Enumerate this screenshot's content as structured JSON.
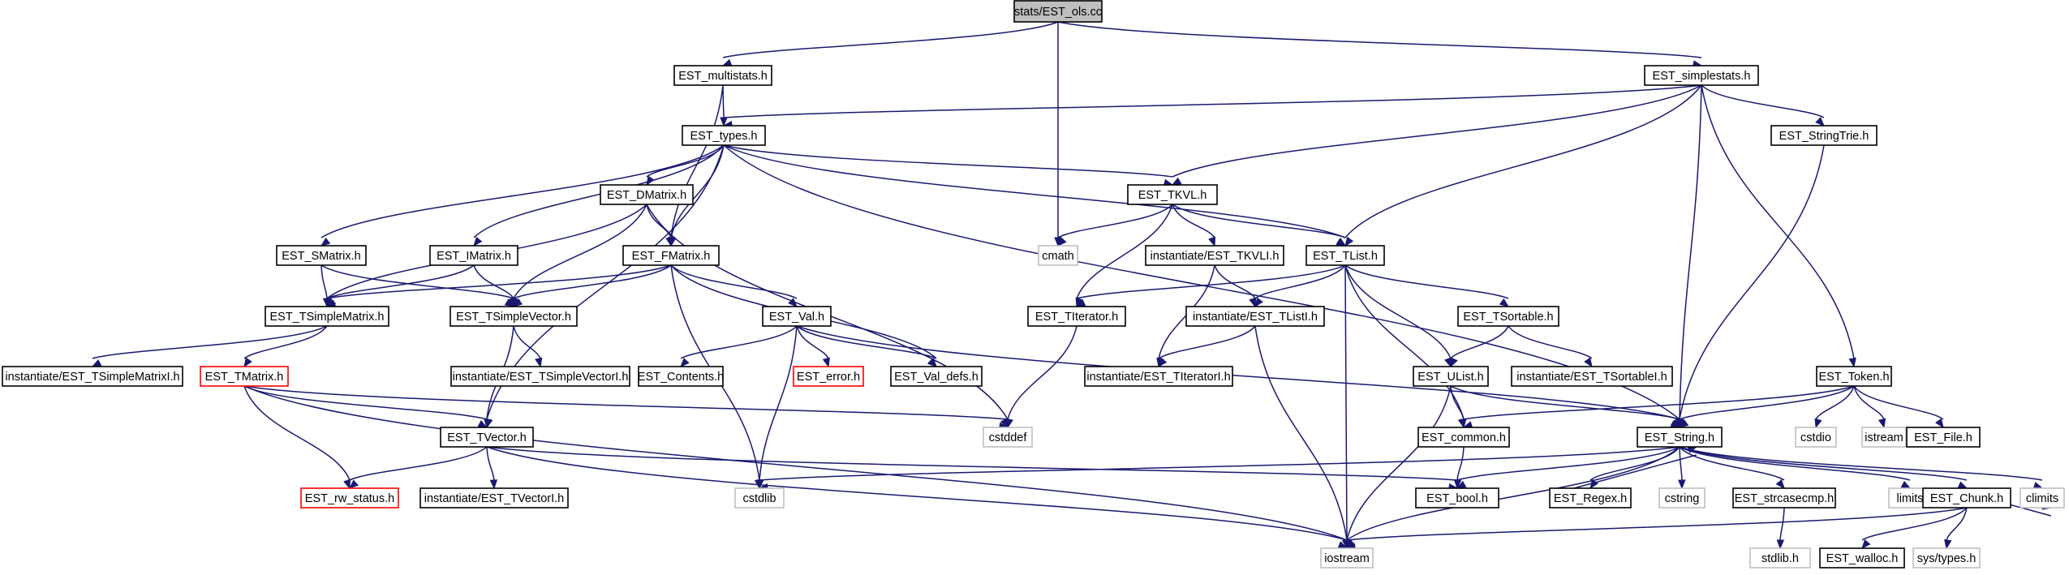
{
  "nodes": [
    {
      "id": "root",
      "label": "stats/EST_ols.cc",
      "style": "root"
    },
    {
      "id": "multistats",
      "label": "EST_multistats.h",
      "style": "normal"
    },
    {
      "id": "simplestats",
      "label": "EST_simplestats.h",
      "style": "normal"
    },
    {
      "id": "types",
      "label": "EST_types.h",
      "style": "normal"
    },
    {
      "id": "stringtrie",
      "label": "EST_StringTrie.h",
      "style": "normal"
    },
    {
      "id": "dmatrix",
      "label": "EST_DMatrix.h",
      "style": "normal"
    },
    {
      "id": "tkvl",
      "label": "EST_TKVL.h",
      "style": "normal"
    },
    {
      "id": "smatrix",
      "label": "EST_SMatrix.h",
      "style": "normal"
    },
    {
      "id": "imatrix",
      "label": "EST_IMatrix.h",
      "style": "normal"
    },
    {
      "id": "fmatrix",
      "label": "EST_FMatrix.h",
      "style": "normal"
    },
    {
      "id": "cmath",
      "label": "cmath",
      "style": "gray"
    },
    {
      "id": "inst_tkvli",
      "label": "instantiate/EST_TKVLI.h",
      "style": "normal"
    },
    {
      "id": "tlist",
      "label": "EST_TList.h",
      "style": "normal"
    },
    {
      "id": "tsimplematrix",
      "label": "EST_TSimpleMatrix.h",
      "style": "normal"
    },
    {
      "id": "tsimplevector",
      "label": "EST_TSimpleVector.h",
      "style": "normal"
    },
    {
      "id": "val",
      "label": "EST_Val.h",
      "style": "normal"
    },
    {
      "id": "titerator",
      "label": "EST_TIterator.h",
      "style": "normal"
    },
    {
      "id": "inst_tlisti",
      "label": "instantiate/EST_TListI.h",
      "style": "normal"
    },
    {
      "id": "tsortable",
      "label": "EST_TSortable.h",
      "style": "normal"
    },
    {
      "id": "inst_tsimplematrixi",
      "label": "instantiate/EST_TSimpleMatrixI.h",
      "style": "normal"
    },
    {
      "id": "tmatrix",
      "label": "EST_TMatrix.h",
      "style": "red"
    },
    {
      "id": "inst_tsimplevectori",
      "label": "instantiate/EST_TSimpleVectorI.h",
      "style": "normal"
    },
    {
      "id": "contents",
      "label": "EST_Contents.h",
      "style": "normal"
    },
    {
      "id": "error",
      "label": "EST_error.h",
      "style": "red"
    },
    {
      "id": "valdefs",
      "label": "EST_Val_defs.h",
      "style": "normal"
    },
    {
      "id": "inst_titeratori",
      "label": "instantiate/EST_TIteratorI.h",
      "style": "normal"
    },
    {
      "id": "ulist",
      "label": "EST_UList.h",
      "style": "normal"
    },
    {
      "id": "inst_tsortablei",
      "label": "instantiate/EST_TSortableI.h",
      "style": "normal"
    },
    {
      "id": "token",
      "label": "EST_Token.h",
      "style": "normal"
    },
    {
      "id": "cstddef",
      "label": "cstddef",
      "style": "gray"
    },
    {
      "id": "common",
      "label": "EST_common.h",
      "style": "normal"
    },
    {
      "id": "string",
      "label": "EST_String.h",
      "style": "normal"
    },
    {
      "id": "cstdio",
      "label": "cstdio",
      "style": "gray"
    },
    {
      "id": "istream",
      "label": "istream",
      "style": "gray"
    },
    {
      "id": "file",
      "label": "EST_File.h",
      "style": "normal"
    },
    {
      "id": "tvector",
      "label": "EST_TVector.h",
      "style": "normal"
    },
    {
      "id": "rwstatus",
      "label": "EST_rw_status.h",
      "style": "red"
    },
    {
      "id": "inst_tvectori",
      "label": "instantiate/EST_TVectorI.h",
      "style": "normal"
    },
    {
      "id": "cstdlib",
      "label": "cstdlib",
      "style": "gray"
    },
    {
      "id": "bool",
      "label": "EST_bool.h",
      "style": "normal"
    },
    {
      "id": "regex",
      "label": "EST_Regex.h",
      "style": "normal"
    },
    {
      "id": "cstring",
      "label": "cstring",
      "style": "gray"
    },
    {
      "id": "strcasecmp",
      "label": "EST_strcasecmp.h",
      "style": "normal"
    },
    {
      "id": "limits",
      "label": "limits",
      "style": "gray"
    },
    {
      "id": "chunk",
      "label": "EST_Chunk.h",
      "style": "normal"
    },
    {
      "id": "climits",
      "label": "climits",
      "style": "gray"
    },
    {
      "id": "stdlib",
      "label": "stdlib.h",
      "style": "gray"
    },
    {
      "id": "walloc",
      "label": "EST_walloc.h",
      "style": "normal"
    },
    {
      "id": "systypes",
      "label": "sys/types.h",
      "style": "gray"
    },
    {
      "id": "iostream",
      "label": "iostream",
      "style": "gray"
    }
  ],
  "edges": [
    [
      "root",
      "multistats"
    ],
    [
      "root",
      "simplestats"
    ],
    [
      "root",
      "cmath"
    ],
    [
      "multistats",
      "types"
    ],
    [
      "multistats",
      "fmatrix"
    ],
    [
      "simplestats",
      "types"
    ],
    [
      "simplestats",
      "tkvl"
    ],
    [
      "simplestats",
      "tlist"
    ],
    [
      "simplestats",
      "stringtrie"
    ],
    [
      "simplestats",
      "token"
    ],
    [
      "simplestats",
      "string"
    ],
    [
      "types",
      "dmatrix"
    ],
    [
      "types",
      "smatrix"
    ],
    [
      "types",
      "imatrix"
    ],
    [
      "types",
      "fmatrix"
    ],
    [
      "types",
      "tkvl"
    ],
    [
      "types",
      "tlist"
    ],
    [
      "types",
      "tvector"
    ],
    [
      "types",
      "string"
    ],
    [
      "stringtrie",
      "string"
    ],
    [
      "dmatrix",
      "fmatrix"
    ],
    [
      "dmatrix",
      "tsimplematrix"
    ],
    [
      "dmatrix",
      "tsimplevector"
    ],
    [
      "dmatrix",
      "cstddef"
    ],
    [
      "tkvl",
      "cmath"
    ],
    [
      "tkvl",
      "inst_tkvli"
    ],
    [
      "tkvl",
      "tlist"
    ],
    [
      "tkvl",
      "titerator"
    ],
    [
      "smatrix",
      "tsimplematrix"
    ],
    [
      "smatrix",
      "tsimplevector"
    ],
    [
      "imatrix",
      "tsimplematrix"
    ],
    [
      "imatrix",
      "tsimplevector"
    ],
    [
      "fmatrix",
      "tsimplematrix"
    ],
    [
      "fmatrix",
      "tsimplevector"
    ],
    [
      "fmatrix",
      "val"
    ],
    [
      "fmatrix",
      "valdefs"
    ],
    [
      "fmatrix",
      "cstdlib"
    ],
    [
      "inst_tkvli",
      "inst_tlisti"
    ],
    [
      "inst_tkvli",
      "inst_titeratori"
    ],
    [
      "tlist",
      "titerator"
    ],
    [
      "tlist",
      "inst_tlisti"
    ],
    [
      "tlist",
      "tsortable"
    ],
    [
      "tlist",
      "ulist"
    ],
    [
      "tlist",
      "common"
    ],
    [
      "tlist",
      "iostream"
    ],
    [
      "tsimplematrix",
      "inst_tsimplematrixi"
    ],
    [
      "tsimplematrix",
      "tmatrix"
    ],
    [
      "tsimplevector",
      "inst_tsimplevectori"
    ],
    [
      "tsimplevector",
      "tvector"
    ],
    [
      "val",
      "contents"
    ],
    [
      "val",
      "error"
    ],
    [
      "val",
      "valdefs"
    ],
    [
      "val",
      "cstdlib"
    ],
    [
      "val",
      "string"
    ],
    [
      "titerator",
      "cstddef"
    ],
    [
      "inst_tlisti",
      "inst_titeratori"
    ],
    [
      "inst_tlisti",
      "iostream"
    ],
    [
      "tsortable",
      "ulist"
    ],
    [
      "tsortable",
      "inst_tsortablei"
    ],
    [
      "tmatrix",
      "tvector"
    ],
    [
      "tmatrix",
      "rwstatus"
    ],
    [
      "tmatrix",
      "cstddef"
    ],
    [
      "tmatrix",
      "iostream"
    ],
    [
      "ulist",
      "common"
    ],
    [
      "ulist",
      "string"
    ],
    [
      "ulist",
      "iostream"
    ],
    [
      "token",
      "common"
    ],
    [
      "token",
      "string"
    ],
    [
      "token",
      "cstdio"
    ],
    [
      "token",
      "istream"
    ],
    [
      "token",
      "file"
    ],
    [
      "common",
      "bool"
    ],
    [
      "string",
      "cstdlib"
    ],
    [
      "string",
      "bool"
    ],
    [
      "string",
      "regex"
    ],
    [
      "string",
      "cstring"
    ],
    [
      "string",
      "strcasecmp"
    ],
    [
      "string",
      "limits"
    ],
    [
      "string",
      "chunk"
    ],
    [
      "string",
      "climits"
    ],
    [
      "string",
      "iostream"
    ],
    [
      "regex",
      "string"
    ],
    [
      "tvector",
      "rwstatus"
    ],
    [
      "tvector",
      "inst_tvectori"
    ],
    [
      "tvector",
      "bool"
    ],
    [
      "tvector",
      "iostream"
    ],
    [
      "strcasecmp",
      "stdlib"
    ],
    [
      "chunk",
      "walloc"
    ],
    [
      "chunk",
      "systypes"
    ],
    [
      "chunk",
      "climits"
    ],
    [
      "chunk",
      "iostream"
    ]
  ],
  "colors": {
    "edge": "#191970",
    "node_border": "#000000",
    "gray_border": "#bfbfbf",
    "red_border": "#ff0000",
    "root_fill": "#bfbfbf"
  }
}
